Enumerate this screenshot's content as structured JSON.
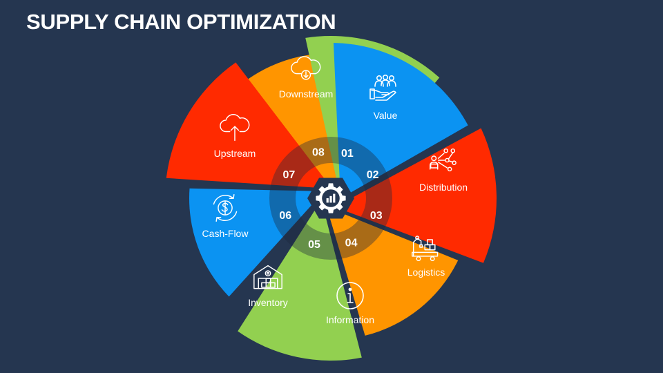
{
  "title": "SUPPLY CHAIN OPTIMIZATION",
  "colors": {
    "background": "#253650",
    "orange": "#ff9500",
    "green": "#92d050",
    "blue": "#0b93f2",
    "red": "#ff2a00",
    "center_hub": "#253650"
  },
  "segments": [
    {
      "number": "01",
      "label": "Value",
      "color": "#0b93f2",
      "icon": "hand-group-icon"
    },
    {
      "number": "02",
      "label": "Distribution",
      "color": "#ff2a00",
      "icon": "network-icon"
    },
    {
      "number": "03",
      "label": "Logistics",
      "color": "#ff9500",
      "icon": "truck-icon"
    },
    {
      "number": "04",
      "label": "Information",
      "color": "#92d050",
      "icon": "info-icon"
    },
    {
      "number": "05",
      "label": "Inventory",
      "color": "#0b93f2",
      "icon": "warehouse-icon"
    },
    {
      "number": "06",
      "label": "Cash-Flow",
      "color": "#ff2a00",
      "icon": "dollar-cycle-icon"
    },
    {
      "number": "07",
      "label": "Upstream",
      "color": "#ff9500",
      "icon": "cloud-upload-icon"
    },
    {
      "number": "08",
      "label": "Downstream",
      "color": "#92d050",
      "icon": "cloud-download-icon"
    }
  ],
  "center": {
    "icon": "gear-chart-icon"
  }
}
